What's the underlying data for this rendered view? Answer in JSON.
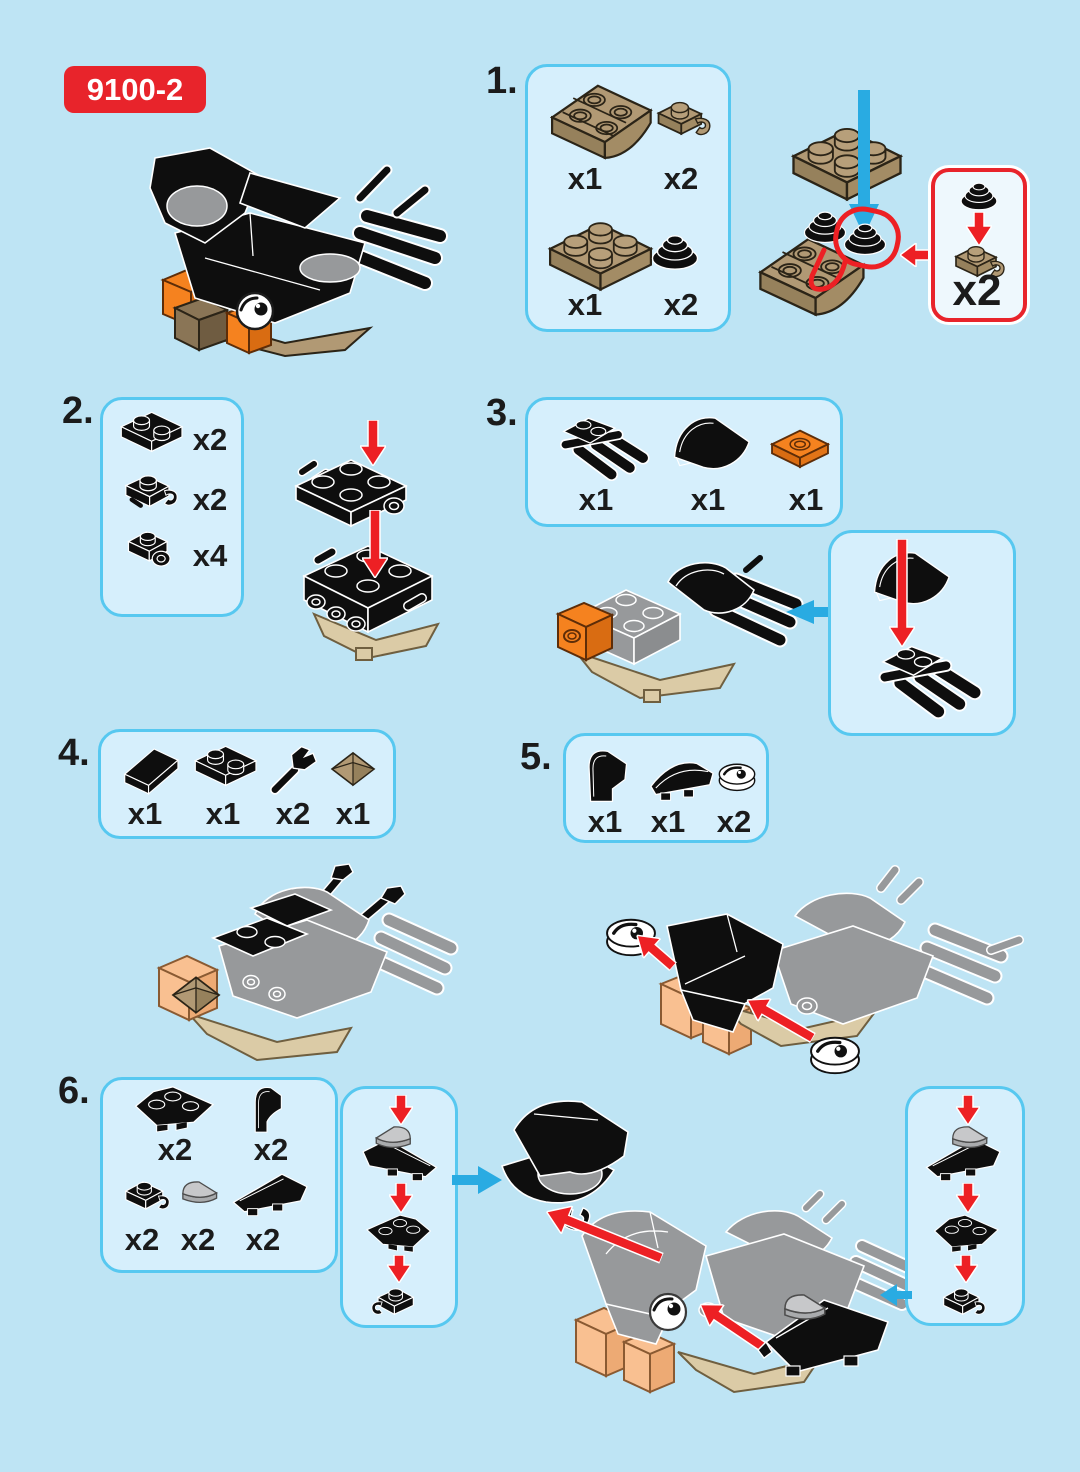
{
  "badge": {
    "text": "9100-2"
  },
  "colors": {
    "background": "#bee4f4",
    "panel_fill": "#d6effc",
    "panel_border": "#57c8f0",
    "callout_red_border": "#e8242b",
    "badge_red": "#e8242b",
    "badge_text": "#ffffff",
    "arrow_red": "#ed2024",
    "arrow_blue": "#29abe2",
    "text_black": "#1b1b1b",
    "piece_black": "#0e0e0e",
    "piece_dark_tan": "#b19974",
    "piece_light_tan": "#dbcba6",
    "piece_orange": "#f5821f",
    "piece_light_orange": "#f9c091",
    "piece_gray": "#97999b",
    "piece_light_gray": "#c7c8ca",
    "piece_white": "#ffffff"
  },
  "steps": [
    {
      "number": "1.",
      "parts": [
        {
          "piece": "inverted-curved-slope-2x2-dark-tan",
          "qty": "x1"
        },
        {
          "piece": "plate-1x1-with-clip-dark-tan",
          "qty": "x2"
        },
        {
          "piece": "plate-2x2-dark-tan",
          "qty": "x1"
        },
        {
          "piece": "round-plate-stack-black",
          "qty": "x2"
        }
      ],
      "callout_qty": "x2"
    },
    {
      "number": "2.",
      "parts": [
        {
          "piece": "plate-1x2-black",
          "qty": "x2"
        },
        {
          "piece": "plate-1x1-with-clip-black",
          "qty": "x2"
        },
        {
          "piece": "plate-1x1-with-socket-black",
          "qty": "x4"
        }
      ]
    },
    {
      "number": "3.",
      "parts": [
        {
          "piece": "wedge-plate-with-feather-bars-black",
          "qty": "x1"
        },
        {
          "piece": "curved-slope-2x2-black",
          "qty": "x1"
        },
        {
          "piece": "jumper-plate-1x2-orange",
          "qty": "x1"
        }
      ]
    },
    {
      "number": "4.",
      "parts": [
        {
          "piece": "slope-1x2-black",
          "qty": "x1"
        },
        {
          "piece": "plate-1x2-black",
          "qty": "x1"
        },
        {
          "piece": "bar-with-clip-black",
          "qty": "x2"
        },
        {
          "piece": "pyramid-tile-1x1-dark-tan",
          "qty": "x1"
        }
      ]
    },
    {
      "number": "5.",
      "parts": [
        {
          "piece": "curved-wedge-left-black",
          "qty": "x1"
        },
        {
          "piece": "curved-wedge-right-black",
          "qty": "x1"
        },
        {
          "piece": "round-eye-tile-white",
          "qty": "x2"
        }
      ]
    },
    {
      "number": "6.",
      "parts": [
        {
          "piece": "wedge-plate-2x2-black",
          "qty": "x2"
        },
        {
          "piece": "curved-slope-1x1-black",
          "qty": "x2"
        },
        {
          "piece": "plate-1x1-with-clip-black",
          "qty": "x2"
        },
        {
          "piece": "quarter-round-tile-light-gray",
          "qty": "x2"
        },
        {
          "piece": "wedge-slope-2x1-black",
          "qty": "x2"
        }
      ]
    }
  ]
}
